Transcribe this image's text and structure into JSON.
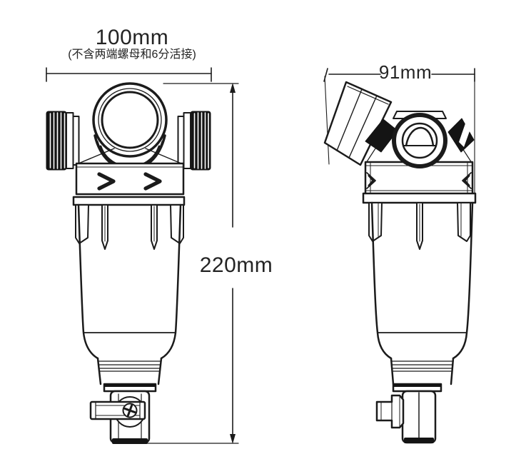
{
  "canvas": {
    "background": "#ffffff",
    "line_color": "#1b1b1b",
    "text_color": "#242424"
  },
  "annotations": {
    "width": {
      "label": "100mm",
      "note": "(不含两端螺母和6分活接)"
    },
    "depth": {
      "label": "91mm"
    },
    "height": {
      "label": "220mm"
    }
  }
}
